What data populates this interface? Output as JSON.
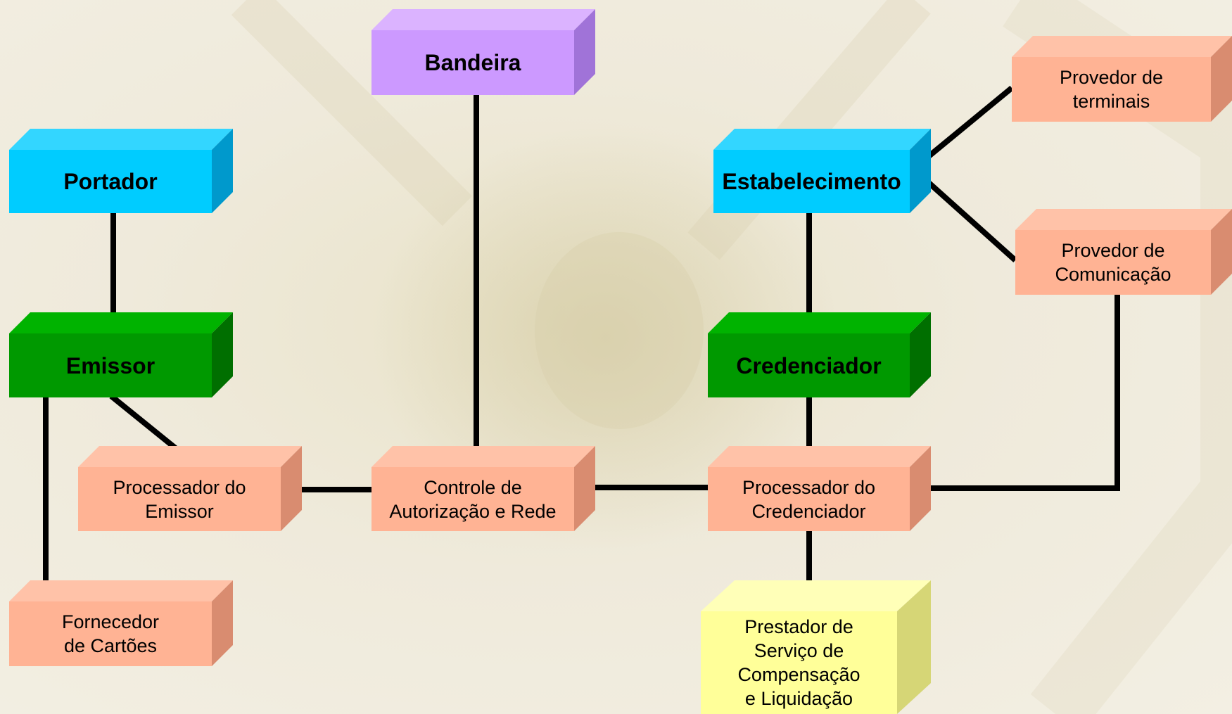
{
  "colors": {
    "purple": {
      "front": "#cc99ff",
      "top": "#dbb3ff",
      "side": "#a073d8"
    },
    "cyan": {
      "front": "#00ccff",
      "top": "#33d6ff",
      "side": "#0099cc"
    },
    "green": {
      "front": "#009900",
      "top": "#00b300",
      "side": "#006f00"
    },
    "salmon": {
      "front": "#ffb394",
      "top": "#ffc2a8",
      "side": "#d98c70"
    },
    "yellow": {
      "front": "#ffff99",
      "top": "#ffffb8",
      "side": "#d6d676"
    }
  },
  "nodes": {
    "bandeira": {
      "label": "Bandeira"
    },
    "portador": {
      "label": "Portador"
    },
    "estabelecimento": {
      "label": "Estabelecimento"
    },
    "provedor_terminais": {
      "label": "Provedor de\nterminais"
    },
    "provedor_comunicacao": {
      "label": "Provedor de\nComunicação"
    },
    "emissor": {
      "label": "Emissor"
    },
    "credenciador": {
      "label": "Credenciador"
    },
    "processador_emissor": {
      "label": "Processador do\nEmissor"
    },
    "controle_autorizacao": {
      "label": "Controle de\nAutorização e Rede"
    },
    "processador_credenciador": {
      "label": "Processador do\nCredenciador"
    },
    "fornecedor_cartoes": {
      "label": "Fornecedor\nde Cartões"
    },
    "prestador_servico": {
      "label": "Prestador de\nServiço de\nCompensação\ne Liquidação"
    }
  },
  "edges": [
    {
      "from": "bandeira",
      "to": "controle_autorizacao"
    },
    {
      "from": "portador",
      "to": "emissor"
    },
    {
      "from": "emissor",
      "to": "processador_emissor"
    },
    {
      "from": "emissor",
      "to": "fornecedor_cartoes"
    },
    {
      "from": "processador_emissor",
      "to": "controle_autorizacao"
    },
    {
      "from": "controle_autorizacao",
      "to": "processador_credenciador"
    },
    {
      "from": "estabelecimento",
      "to": "credenciador"
    },
    {
      "from": "credenciador",
      "to": "processador_credenciador"
    },
    {
      "from": "estabelecimento",
      "to": "provedor_terminais"
    },
    {
      "from": "estabelecimento",
      "to": "provedor_comunicacao"
    },
    {
      "from": "provedor_comunicacao",
      "to": "processador_credenciador"
    },
    {
      "from": "processador_credenciador",
      "to": "prestador_servico"
    }
  ]
}
